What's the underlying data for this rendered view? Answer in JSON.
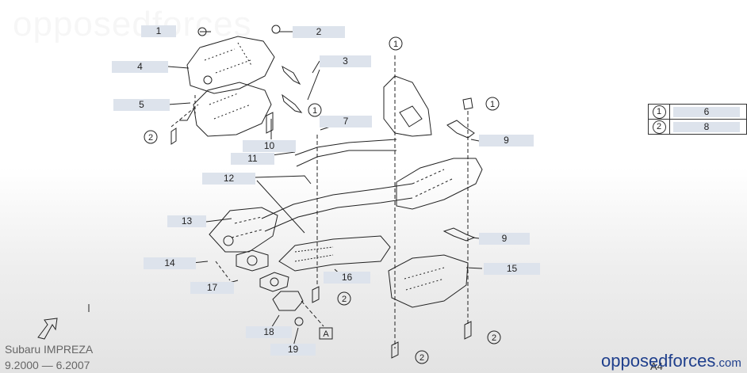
{
  "watermark": "opposedforces",
  "vehicle": {
    "model": "Subaru IMPREZA",
    "date_range": "9.2000 — 6.2007"
  },
  "brand": {
    "name": "opposedforces",
    "tld": ".com"
  },
  "page_code": "A4",
  "callouts": [
    "1",
    "2",
    "3",
    "4",
    "5",
    "7",
    "9",
    "9",
    "10",
    "11",
    "12",
    "13",
    "14",
    "15",
    "16",
    "17",
    "18",
    "19"
  ],
  "legend": [
    {
      "symbol": "1",
      "part": "6"
    },
    {
      "symbol": "2",
      "part": "8"
    }
  ],
  "markers": {
    "circle_1": "1",
    "circle_2": "2",
    "box_a": "A"
  }
}
